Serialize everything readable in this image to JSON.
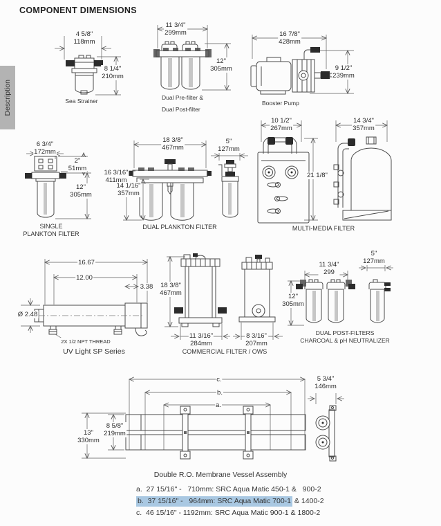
{
  "page": {
    "title": "COMPONENT DIMENSIONS",
    "side_tab": "Description"
  },
  "colors": {
    "highlight": "#a9c8e2",
    "tab_bg": "#b3b3b3"
  },
  "sea_strainer": {
    "caption": "Sea Strainer",
    "width_in": "4 5/8\"",
    "width_mm": "118mm",
    "height_in": "8 1/4\"",
    "height_mm": "210mm"
  },
  "dual_prefilter": {
    "caption1": "Dual Pre-filter &",
    "caption2": "Dual Post-filter",
    "width_in": "11 3/4\"",
    "width_mm": "299mm",
    "height_in": "12\"",
    "height_mm": "305mm"
  },
  "booster_pump": {
    "caption": "Booster Pump",
    "width_in": "16 7/8\"",
    "width_mm": "428mm",
    "height_in": "9 1/2\"",
    "height_mm": "239mm"
  },
  "single_plankton": {
    "caption1": "SINGLE",
    "caption2": "PLANKTON FILTER",
    "width_in": "6 3/4\"",
    "width_mm": "172mm",
    "bracket_in": "2\"",
    "bracket_mm": "51mm",
    "height_in": "12\"",
    "height_mm": "305mm"
  },
  "dual_plankton": {
    "caption": "DUAL PLANKTON FILTER",
    "width_in": "18 3/8\"",
    "width_mm": "467mm",
    "height1_in": "16 3/16\"",
    "height1_mm": "411mm",
    "height2_in": "14 1/16\"",
    "height2_mm": "357mm",
    "depth_in": "5\"",
    "depth_mm": "127mm"
  },
  "multi_media": {
    "caption": "MULTI-MEDIA FILTER",
    "width_in": "10 1/2\"",
    "width_mm": "267mm",
    "depth_in": "14 3/4\"",
    "depth_mm": "357mm",
    "height_in": "21 1/8\""
  },
  "uv_light": {
    "caption": "UV Light SP Series",
    "length_overall": "16.67",
    "length_lamp": "12.00",
    "end_box": "3.38",
    "diameter": "Ø 2.48",
    "thread_note": "2X 1/2 NPT THREAD"
  },
  "commercial_filter": {
    "caption": "COMMERCIAL FILTER / OWS",
    "height_in": "18 3/8\"",
    "height_mm": "467mm",
    "width1_in": "11 3/16\"",
    "width1_mm": "284mm",
    "width2_in": "8 3/16\"",
    "width2_mm": "207mm"
  },
  "dual_post": {
    "caption1": "DUAL POST-FILTERS",
    "caption2": "CHARCOAL & pH NEUTRALIZER",
    "width_in": "11 3/4\"",
    "width_mm": "299",
    "depth_in": "5\"",
    "depth_mm": "127mm",
    "height_in": "12\"",
    "height_mm": "305mm"
  },
  "ro_assembly": {
    "caption": "Double R.O. Membrane Vessel Assembly",
    "dim_a": "a.",
    "dim_b": "b.",
    "dim_c": "c.",
    "end_in": "5 3/4\"",
    "end_mm": "146mm",
    "height_in": "13\"",
    "height_mm": "330mm",
    "tube_in": "8 5/8\"",
    "tube_mm": "219mm",
    "options": [
      {
        "hl": "",
        "rest": "a.  27 15/16\" -   710mm: SRC Aqua Matic 450-1 &   900-2"
      },
      {
        "hl": "b.  37 15/16\" -   964mm: SRC Aqua Matic 700-1",
        "rest": " & 1400-2"
      },
      {
        "hl": "",
        "rest": "c.  46 15/16\" - 1192mm: SRC Aqua Matic 900-1 & 1800-2"
      }
    ]
  }
}
